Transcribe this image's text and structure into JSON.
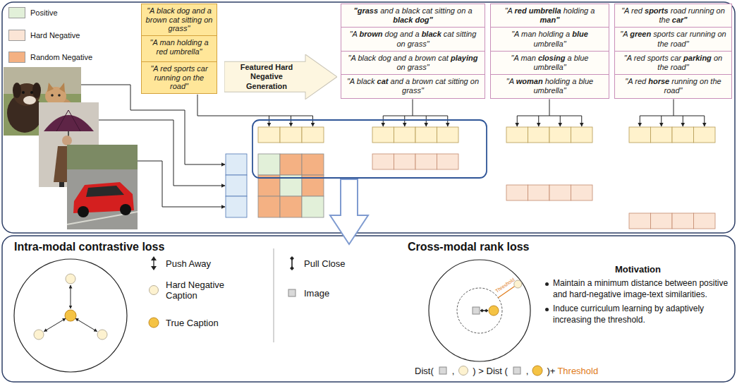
{
  "diagram": {
    "nodes": [
      {
        "text": [
          "\"A black dog and a brown cat sitting on grass\""
        ]
      },
      {
        "text": [
          "\"A man holding a red umbrella\""
        ]
      },
      {
        "text": [
          "\"A red sports car running on the road\""
        ]
      },
      {
        "text": [
          "Featured Hard Negative Generation"
        ]
      },
      {
        "text": [
          "\"grass and a black cat sitting on a black dog\""
        ]
      },
      {
        "text": [
          "\"A brown dog and a black cat sitting on grass\""
        ]
      },
      {
        "text": [
          "\"A black dog and a brown cat playing on grass\""
        ]
      },
      {
        "text": [
          "\"A black cat and a brown cat sitting on grass\""
        ]
      },
      {
        "text": [
          "\"A red umbrella holding a man\""
        ]
      },
      {
        "text": [
          "\"A man holding a blue umbrella\""
        ]
      },
      {
        "text": [
          "\"A man closing a blue umbrella\""
        ]
      },
      {
        "text": [
          "\"A woman holding a blue umbrella\""
        ]
      },
      {
        "text": [
          "\"A red sports road running on the car\""
        ]
      },
      {
        "text": [
          "\"A green sports car running on the road\""
        ]
      },
      {
        "text": [
          "\"A red sports car parking on the road\""
        ]
      },
      {
        "text": [
          "\"A red horse running on the road\""
        ]
      }
    ],
    "labels": [
      "Intra-modal contrastive loss",
      "Cross-modal rank loss",
      "Motivation",
      "Maintain a minimum distance between positive and hard-negative image-text similarities.",
      "Induce curriculum learning by adaptively increasing the threshold.",
      "Threshold",
      "Dist(",
      ",",
      ") > Dist (",
      ",",
      ")+",
      "Threshold"
    ],
    "legend": [
      {
        "text": "Positive",
        "color": "#e2f0d9"
      },
      {
        "text": "Hard Negative",
        "color": "#fbe5d6"
      },
      {
        "text": "Random Negative",
        "color": "#f4b183"
      },
      {
        "text": "Push Away"
      },
      {
        "text": "Hard Negative Caption"
      },
      {
        "text": "True Caption"
      },
      {
        "text": "Pull Close"
      },
      {
        "text": "Image"
      }
    ]
  }
}
